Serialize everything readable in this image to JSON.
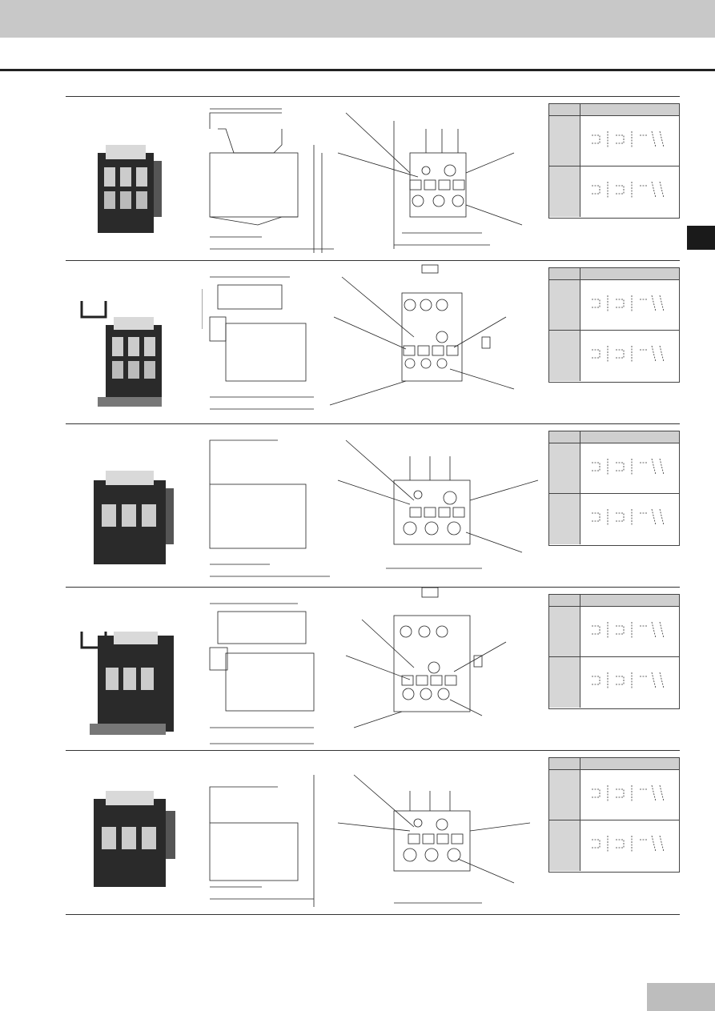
{
  "page": {
    "accent_header": "#c8c8c8",
    "rule_color": "#222222",
    "side_tab_color": "#1a1a1a",
    "page_tab_color": "#bdbdbd"
  },
  "sections": [
    {
      "id": "s1",
      "has_bracket": false
    },
    {
      "id": "s2",
      "has_bracket": true
    },
    {
      "id": "s3",
      "has_bracket": false
    },
    {
      "id": "s4",
      "has_bracket": true
    },
    {
      "id": "s5",
      "has_bracket": false
    }
  ],
  "icons": {
    "relay_photo": "relay-photo-icon",
    "bracket_photo": "bracket-photo-icon",
    "circuit_symbol": "circuit-symbol-icon"
  }
}
